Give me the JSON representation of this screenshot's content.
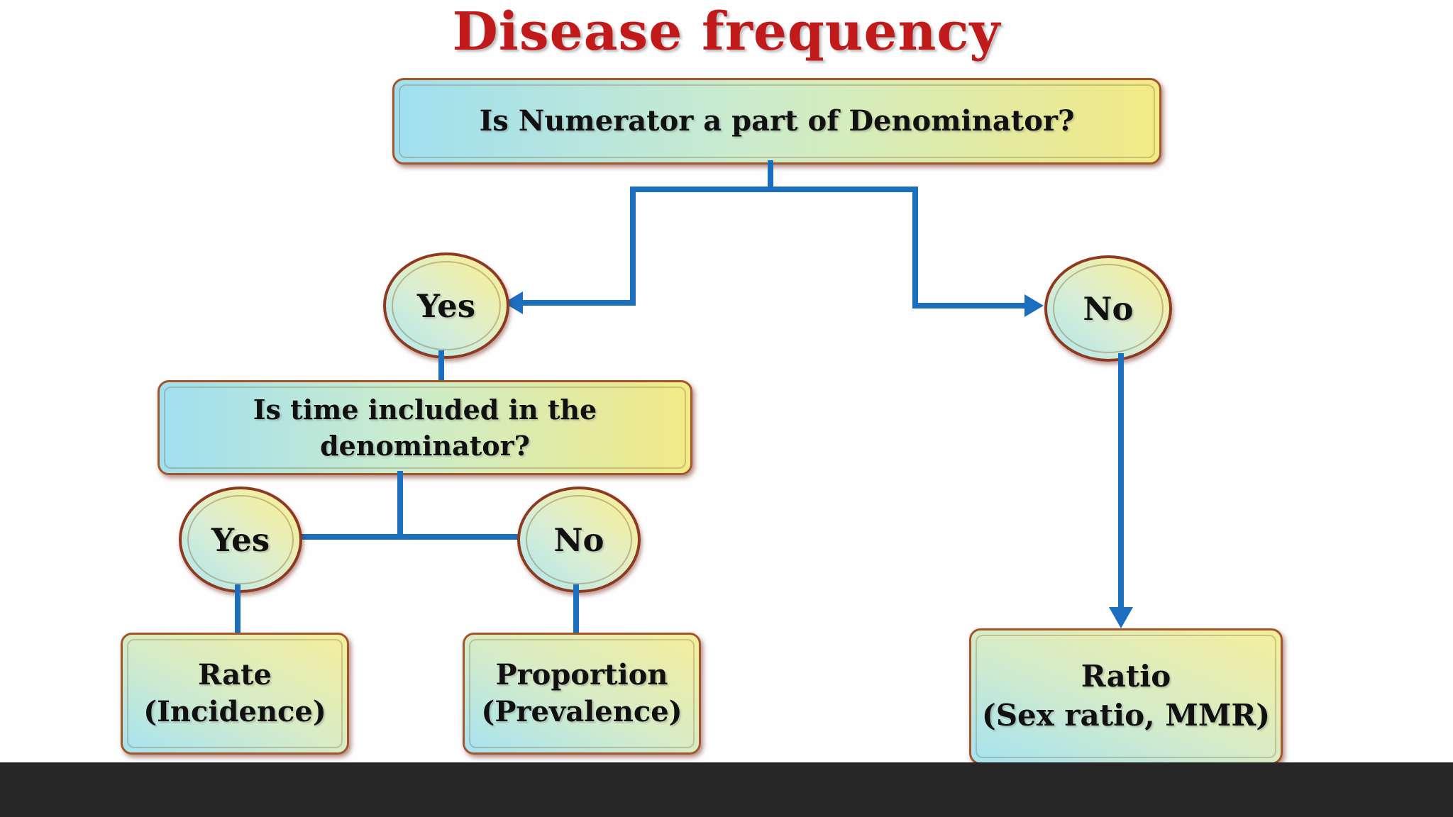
{
  "title": "Disease frequency",
  "colors": {
    "title_red": "#c01a1a",
    "connector_blue": "#1b6fbe",
    "node_border_brown": "#a2572b",
    "node_fill_cyan": "#a5e3f2",
    "node_fill_yellow": "#f2ea85",
    "node_text": "#111111",
    "bottom_bar": "#272727"
  },
  "nodes": {
    "q1": "Is Numerator a part of Denominator?",
    "yes1": "Yes",
    "no1": "No",
    "q2_line1": "Is time included in the",
    "q2_line2": "denominator?",
    "yes2": "Yes",
    "no2": "No",
    "rate_title": "Rate",
    "rate_sub": "(Incidence)",
    "proportion_title": "Proportion",
    "proportion_sub": "(Prevalence)",
    "ratio_title": "Ratio",
    "ratio_sub": "(Sex ratio, MMR)"
  },
  "edges": [
    {
      "from": "q1",
      "to": "yes1",
      "arrow": true
    },
    {
      "from": "q1",
      "to": "no1",
      "arrow": true
    },
    {
      "from": "yes1",
      "to": "q2",
      "arrow": false
    },
    {
      "from": "q2",
      "to": "yes2",
      "arrow": false
    },
    {
      "from": "q2",
      "to": "no2",
      "arrow": false
    },
    {
      "from": "yes2",
      "to": "rate",
      "arrow": false
    },
    {
      "from": "no2",
      "to": "proportion",
      "arrow": false
    },
    {
      "from": "no1",
      "to": "ratio",
      "arrow": true
    }
  ]
}
